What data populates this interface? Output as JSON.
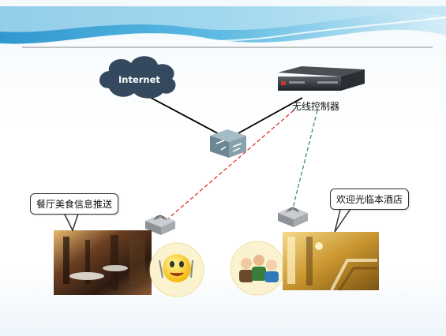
{
  "internet": {
    "label": "Internet"
  },
  "controller": {
    "label": "无线控制器"
  },
  "restaurant": {
    "message": "餐厅美食信息推送"
  },
  "hotel": {
    "message": "欢迎光临本酒店"
  },
  "colors": {
    "header_blue": "#3fa8d8",
    "header_light": "#bfe4f4",
    "cloud": "#34495e",
    "switch": "#7f9aa6",
    "ap": "#b8bcc0",
    "link_red": "#e4322b",
    "link_teal": "#3d8a84",
    "link_black": "#000000"
  }
}
